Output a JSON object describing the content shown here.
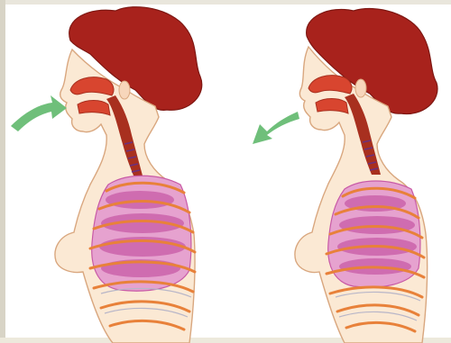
{
  "figure": {
    "panels": [
      {
        "id": "inhalation",
        "arrow_direction": "into-nose"
      },
      {
        "id": "exhalation",
        "arrow_direction": "out-of-nose"
      }
    ],
    "colors": {
      "skin": "#fbe9d4",
      "skin_outline": "#d9a77f",
      "hair": "#a8221c",
      "hair_dark": "#7e1712",
      "airway": "#d8452f",
      "airway_dark": "#a8301f",
      "lung": "#c85aa6",
      "lung_light": "#e6a2cf",
      "rib": "#e8813a",
      "arrow": "#6fbf7a"
    },
    "icons": [
      "respiratory-system-illustration",
      "airflow-arrow-icon"
    ]
  }
}
